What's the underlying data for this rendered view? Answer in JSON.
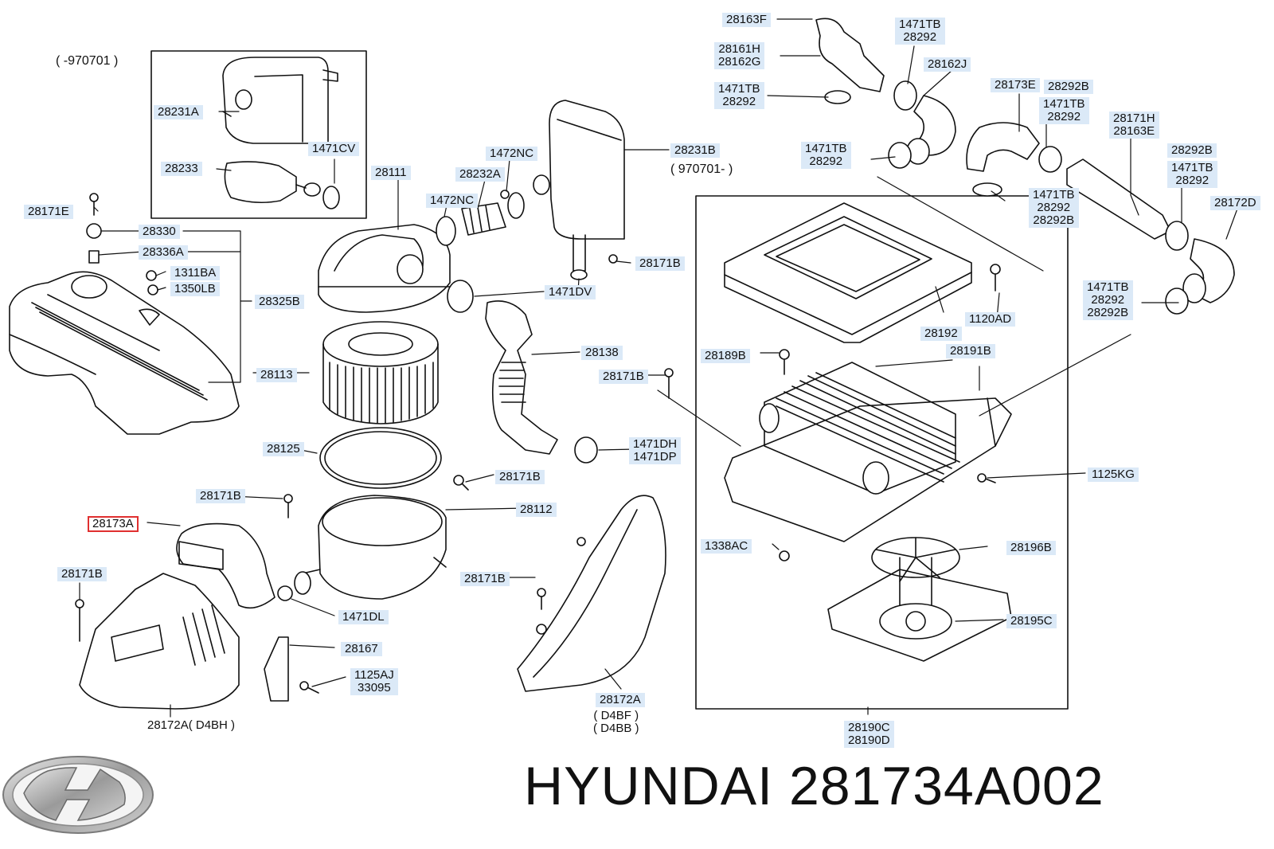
{
  "notes": {
    "before": "( -970701 )",
    "after": "( 970701- )"
  },
  "brand": {
    "name": "HYUNDAI",
    "part_number": "281734A002",
    "logo_icon": "hyundai-logo-icon"
  },
  "highlight_color": "#e03030",
  "label_color": "#dbe9f7",
  "callouts": [
    {
      "id": "c1",
      "lines": [
        "28163F"
      ]
    },
    {
      "id": "c2",
      "lines": [
        "28161H",
        "28162G"
      ]
    },
    {
      "id": "c3",
      "lines": [
        "1471TB",
        "28292"
      ]
    },
    {
      "id": "c4",
      "lines": [
        "1471TB",
        "28292"
      ]
    },
    {
      "id": "c5",
      "lines": [
        "28162J"
      ]
    },
    {
      "id": "c6",
      "lines": [
        "28173E"
      ]
    },
    {
      "id": "c7",
      "lines": [
        "28292B"
      ]
    },
    {
      "id": "c8",
      "lines": [
        "1471TB",
        "28292"
      ]
    },
    {
      "id": "c9",
      "lines": [
        "28171H",
        "28163E"
      ]
    },
    {
      "id": "c10",
      "lines": [
        "28292B"
      ]
    },
    {
      "id": "c11",
      "lines": [
        "1471TB",
        "28292"
      ]
    },
    {
      "id": "c12",
      "lines": [
        "1471TB",
        "28292"
      ]
    },
    {
      "id": "c13",
      "lines": [
        "1471TB",
        "28292",
        "28292B"
      ]
    },
    {
      "id": "c14",
      "lines": [
        "28172D"
      ]
    },
    {
      "id": "c15",
      "lines": [
        "1471TB",
        "28292",
        "28292B"
      ]
    },
    {
      "id": "c16",
      "lines": [
        "28231A"
      ]
    },
    {
      "id": "c17",
      "lines": [
        "28233"
      ]
    },
    {
      "id": "c18",
      "lines": [
        "1471CV"
      ]
    },
    {
      "id": "c19",
      "lines": [
        "28171E"
      ]
    },
    {
      "id": "c20",
      "lines": [
        "28330"
      ]
    },
    {
      "id": "c21",
      "lines": [
        "28336A"
      ]
    },
    {
      "id": "c22",
      "lines": [
        "1311BA"
      ]
    },
    {
      "id": "c23",
      "lines": [
        "1350LB"
      ]
    },
    {
      "id": "c24",
      "lines": [
        "28325B"
      ]
    },
    {
      "id": "c25",
      "lines": [
        "28111"
      ]
    },
    {
      "id": "c26",
      "lines": [
        "28232A"
      ]
    },
    {
      "id": "c27",
      "lines": [
        "1472NC"
      ]
    },
    {
      "id": "c28",
      "lines": [
        "1472NC"
      ]
    },
    {
      "id": "c29",
      "lines": [
        "28231B"
      ]
    },
    {
      "id": "c30",
      "lines": [
        "28171B"
      ]
    },
    {
      "id": "c31",
      "lines": [
        "1471DV"
      ]
    },
    {
      "id": "c32",
      "lines": [
        "1120AD"
      ]
    },
    {
      "id": "c33",
      "lines": [
        "28192"
      ]
    },
    {
      "id": "c34",
      "lines": [
        "28113"
      ]
    },
    {
      "id": "c35",
      "lines": [
        "28138"
      ]
    },
    {
      "id": "c36",
      "lines": [
        "28171B"
      ]
    },
    {
      "id": "c37",
      "lines": [
        "28189B"
      ]
    },
    {
      "id": "c38",
      "lines": [
        "28191B"
      ]
    },
    {
      "id": "c39",
      "lines": [
        "28125"
      ]
    },
    {
      "id": "c40",
      "lines": [
        "1471DH",
        "1471DP"
      ]
    },
    {
      "id": "c41",
      "lines": [
        "28171B"
      ]
    },
    {
      "id": "c42",
      "lines": [
        "1125KG"
      ]
    },
    {
      "id": "c43",
      "lines": [
        "28171B"
      ]
    },
    {
      "id": "c44",
      "lines": [
        "28112"
      ]
    },
    {
      "id": "c45",
      "lines": [
        "28173A"
      ]
    },
    {
      "id": "c46",
      "lines": [
        "1338AC"
      ]
    },
    {
      "id": "c47",
      "lines": [
        "28196B"
      ]
    },
    {
      "id": "c48",
      "lines": [
        "28171B"
      ]
    },
    {
      "id": "c49",
      "lines": [
        "28171B"
      ]
    },
    {
      "id": "c50",
      "lines": [
        "1471DL"
      ]
    },
    {
      "id": "c51",
      "lines": [
        "28195C"
      ]
    },
    {
      "id": "c52",
      "lines": [
        "28167"
      ]
    },
    {
      "id": "c53",
      "lines": [
        "1125AJ",
        "33095"
      ]
    },
    {
      "id": "c54",
      "lines": [
        "28172A"
      ]
    },
    {
      "id": "c55",
      "lines": [
        "28172A( D4BH )"
      ]
    },
    {
      "id": "c56",
      "lines": [
        "( D4BF )",
        "( D4BB )"
      ]
    },
    {
      "id": "c57",
      "lines": [
        "28190C",
        "28190D"
      ]
    }
  ]
}
